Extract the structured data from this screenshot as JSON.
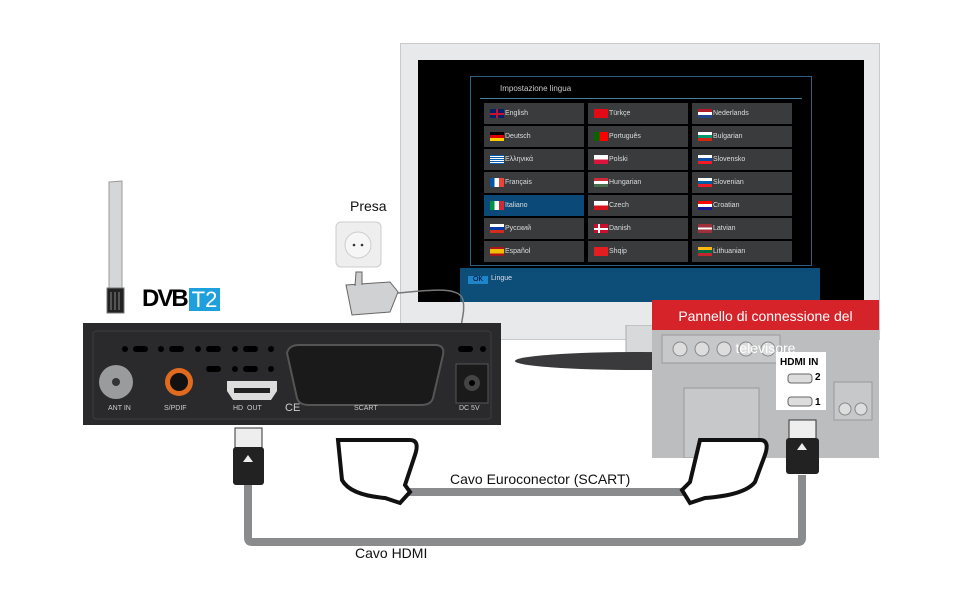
{
  "tv_menu": {
    "title": "Impostazione lingua",
    "selected": "Italiano",
    "languages": [
      {
        "label": "English",
        "flag": "uk"
      },
      {
        "label": "Türkçe",
        "flag": "tr"
      },
      {
        "label": "Nederlands",
        "flag": "nl"
      },
      {
        "label": "Deutsch",
        "flag": "de"
      },
      {
        "label": "Português",
        "flag": "pt"
      },
      {
        "label": "Bulgarian",
        "flag": "bg"
      },
      {
        "label": "Ελληνικά",
        "flag": "gr"
      },
      {
        "label": "Polski",
        "flag": "pl"
      },
      {
        "label": "Slovensko",
        "flag": "sk"
      },
      {
        "label": "Français",
        "flag": "fr"
      },
      {
        "label": "Hungarian",
        "flag": "hu"
      },
      {
        "label": "Slovenian",
        "flag": "si"
      },
      {
        "label": "Italiano",
        "flag": "it"
      },
      {
        "label": "Czech",
        "flag": "cz"
      },
      {
        "label": "Croatian",
        "flag": "hr"
      },
      {
        "label": "Русский",
        "flag": "ru"
      },
      {
        "label": "Danish",
        "flag": "dk"
      },
      {
        "label": "Latvian",
        "flag": "lv"
      },
      {
        "label": "Español",
        "flag": "es"
      },
      {
        "label": "Shqip",
        "flag": "al"
      },
      {
        "label": "Lithuanian",
        "flag": "lt"
      }
    ],
    "ok_key": "OK",
    "ok_label": "Lingue"
  },
  "logo": {
    "dvb": "DVB",
    "t2": "T2"
  },
  "socket_label": "Presa",
  "receiver": {
    "ports": [
      "ANT IN",
      "S/PDIF",
      "HD  OUT",
      "SCART",
      "DC 5V"
    ],
    "ce_mark": "CE"
  },
  "tv_panel": {
    "title": "Pannello di connessione del televisore",
    "hdmi_label": "HDMI IN",
    "hdmi_ports": [
      "2",
      "1"
    ]
  },
  "cables": {
    "scart": "Cavo Euroconector (SCART)",
    "hdmi": "Cavo HDMI"
  },
  "colors": {
    "panel_header": "#d62229",
    "menu_selected": "#0b4a78",
    "dvb_t2": "#1ea0dc",
    "spdif": "#e06a1e"
  }
}
